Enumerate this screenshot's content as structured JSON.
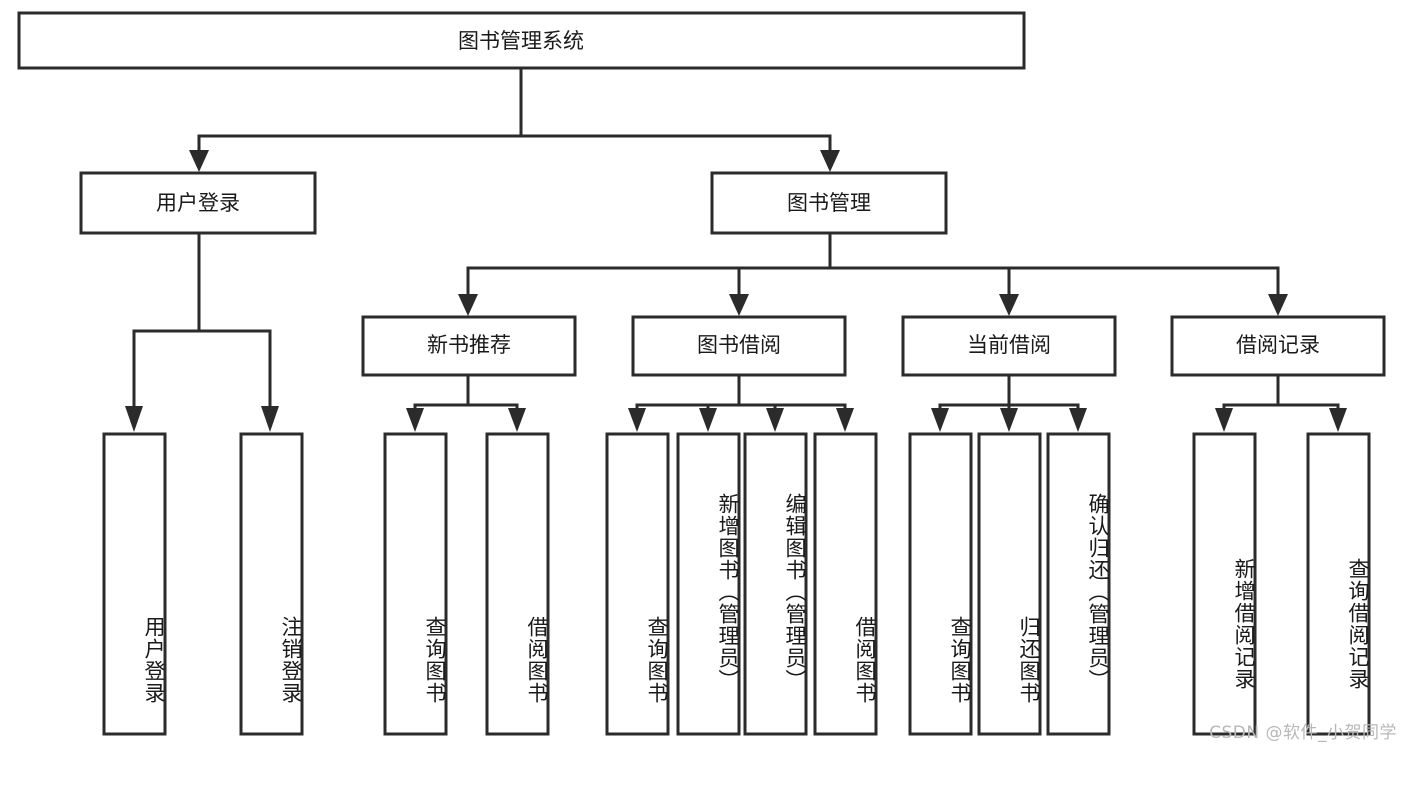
{
  "diagram": {
    "title": "图书管理系统",
    "watermark": "CSDN @软件_小贺同学",
    "root": {
      "id": "root",
      "label": "图书管理系统",
      "level": 1
    },
    "level2": [
      {
        "id": "user-login",
        "label": "用户登录"
      },
      {
        "id": "book-management",
        "label": "图书管理"
      }
    ],
    "level3": [
      {
        "id": "new-book-recommend",
        "label": "新书推荐",
        "parent": "book-management"
      },
      {
        "id": "book-borrow",
        "label": "图书借阅",
        "parent": "book-management"
      },
      {
        "id": "current-borrow",
        "label": "当前借阅",
        "parent": "book-management"
      },
      {
        "id": "borrow-record",
        "label": "借阅记录",
        "parent": "book-management"
      }
    ],
    "leaves": [
      {
        "id": "leaf-user-login",
        "label": "用户登录",
        "parent": "user-login"
      },
      {
        "id": "leaf-user-logout",
        "label": "注销登录",
        "parent": "user-login"
      },
      {
        "id": "leaf-query-book-1",
        "label": "查询图书",
        "parent": "new-book-recommend"
      },
      {
        "id": "leaf-borrow-book-1",
        "label": "借阅图书",
        "parent": "new-book-recommend"
      },
      {
        "id": "leaf-query-book-2",
        "label": "查询图书",
        "parent": "book-borrow"
      },
      {
        "id": "leaf-add-book",
        "label": "新增图书（管理员）",
        "parent": "book-borrow"
      },
      {
        "id": "leaf-edit-book",
        "label": "编辑图书（管理员）",
        "parent": "book-borrow"
      },
      {
        "id": "leaf-borrow-book-2",
        "label": "借阅图书",
        "parent": "book-borrow"
      },
      {
        "id": "leaf-query-book-3",
        "label": "查询图书",
        "parent": "current-borrow"
      },
      {
        "id": "leaf-return-book",
        "label": "归还图书",
        "parent": "current-borrow"
      },
      {
        "id": "leaf-confirm-return",
        "label": "确认归还（管理员）",
        "parent": "current-borrow"
      },
      {
        "id": "leaf-add-record",
        "label": "新增借阅记录",
        "parent": "borrow-record"
      },
      {
        "id": "leaf-query-record",
        "label": "查询借阅记录",
        "parent": "borrow-record"
      }
    ],
    "colors": {
      "stroke": "#2b2b2b",
      "fill": "#ffffff",
      "text": "#1a1a1a",
      "watermark": "#b8b8b8"
    }
  }
}
